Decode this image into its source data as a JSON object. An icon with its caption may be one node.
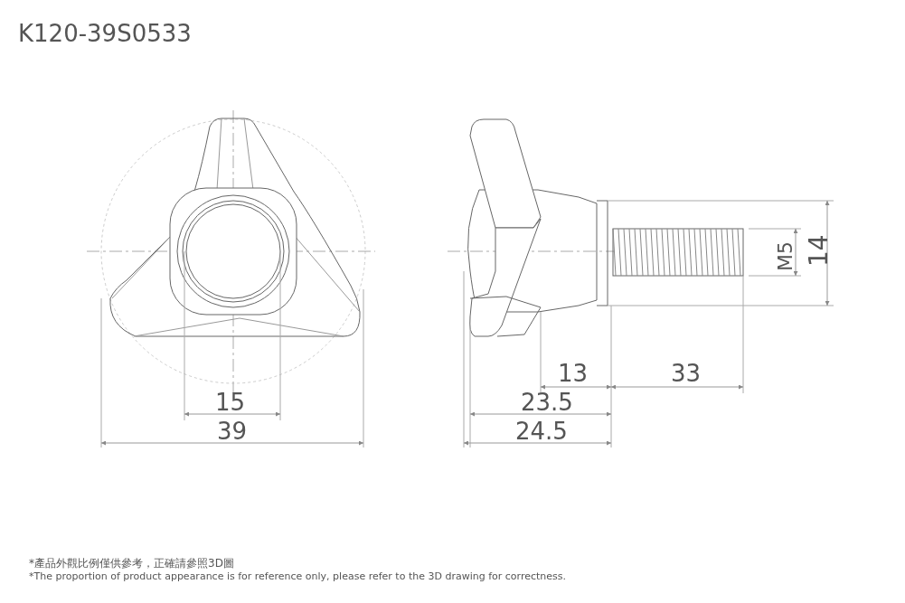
{
  "diagram": {
    "title": "K120-39S0533",
    "labels": [
      "M5",
      "14",
      "13",
      "33",
      "15",
      "23.5",
      "39",
      "24.5",
      "*產品外觀比例僅供參考，正確請參照3D圖",
      "*The proportion of product appearance is for reference only, please refer to the 3D drawing for correctness."
    ]
  }
}
